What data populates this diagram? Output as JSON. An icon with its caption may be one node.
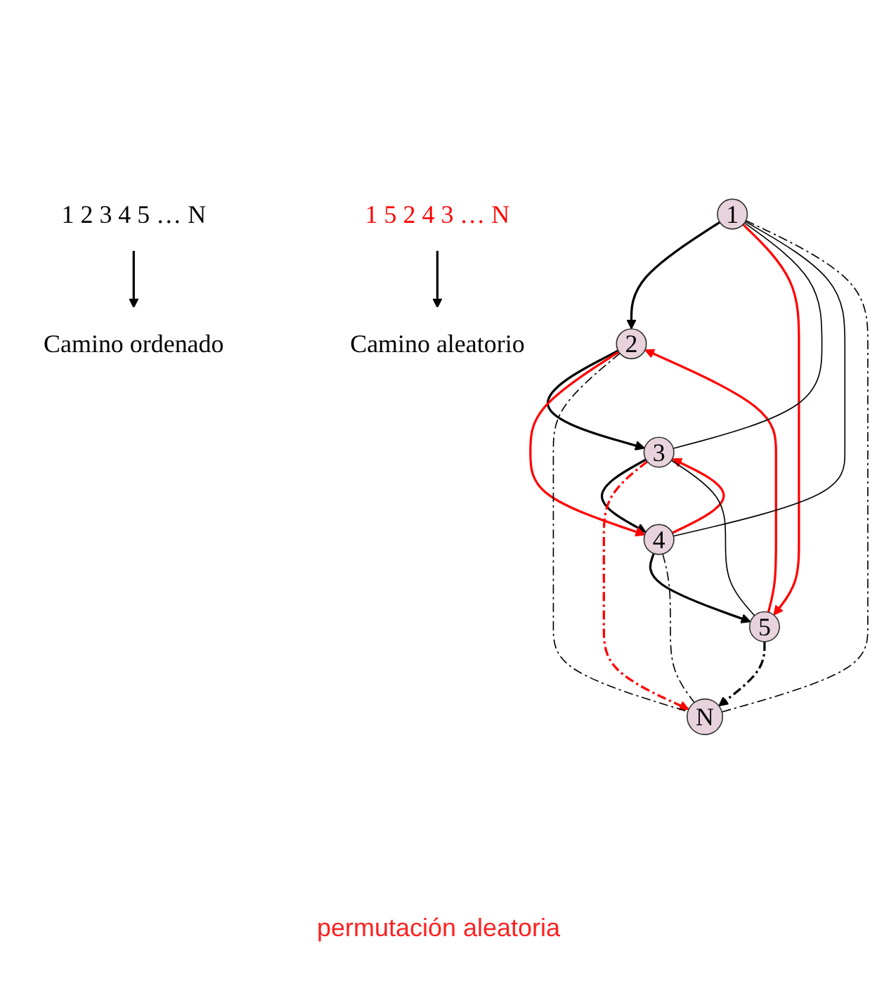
{
  "diagram": {
    "nodes": [
      {
        "text": [
          "1"
        ]
      },
      {
        "text": [
          "2"
        ]
      },
      {
        "text": [
          "3"
        ]
      },
      {
        "text": [
          "4"
        ]
      },
      {
        "text": [
          "N"
        ]
      },
      {
        "text": [
          "5"
        ]
      },
      {
        "text": [
          "1 2 3 4 5 … N"
        ]
      },
      {
        "text": [
          "Camino ordenado"
        ]
      },
      {
        "text": [
          "1 5 2 4 3 … N"
        ]
      },
      {
        "text": [
          "Camino aleatorio"
        ]
      }
    ],
    "edges": [
      {
        "from": 0,
        "to": 1,
        "arrow": "to"
      },
      {
        "from": 1,
        "to": 2,
        "arrow": "to"
      },
      {
        "from": 2,
        "to": 3,
        "arrow": "to"
      },
      {
        "from": 3,
        "to": 5,
        "arrow": "to"
      },
      {
        "from": 5,
        "to": 4,
        "arrow": "to",
        "style": "dashed"
      },
      {
        "from": 0,
        "to": 5,
        "arrow": "to",
        "color": "#ff0000"
      },
      {
        "from": 5,
        "to": 1,
        "arrow": "to",
        "color": "#ff0000"
      },
      {
        "from": 1,
        "to": 3,
        "arrow": "to",
        "color": "#ff0000"
      },
      {
        "from": 3,
        "to": 2,
        "arrow": "to",
        "color": "#ff0000"
      },
      {
        "from": 2,
        "to": 4,
        "arrow": "to",
        "style": "dashed",
        "color": "#ff0000"
      },
      {
        "from": 0,
        "to": 2,
        "arrow": "none"
      },
      {
        "from": 0,
        "to": 3,
        "arrow": "none"
      },
      {
        "from": 0,
        "to": 4,
        "arrow": "none",
        "style": "dashed"
      },
      {
        "from": 1,
        "to": 4,
        "arrow": "none",
        "style": "dashed"
      },
      {
        "from": 3,
        "to": 4,
        "arrow": "none",
        "style": "dashed"
      },
      {
        "from": 2,
        "to": 5,
        "arrow": "none"
      },
      {
        "from": 6,
        "to": 7,
        "arrow": "to"
      },
      {
        "from": 8,
        "to": 9,
        "arrow": "to"
      }
    ],
    "labels": [
      "permutación aleatoria"
    ]
  }
}
